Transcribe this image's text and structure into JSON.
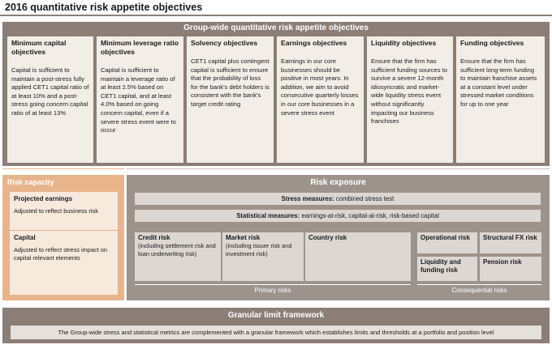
{
  "title": "2016 quantitative risk appetite objectives",
  "objectives": {
    "header": "Group-wide quantitative risk appetite objectives",
    "cards": [
      {
        "title": "Minimum capital objectives",
        "text": "Capital is sufficient to maintain a post-stress fully applied CET1 capital ratio of at least 10% and a post-stress going concern capital ratio of at least 13%"
      },
      {
        "title": "Minimum leverage ratio objectives",
        "text": "Capital is sufficient to maintain a leverage ratio of at least 2.5% based on CET1 capital, and at least 4.0% based on going concern capital, even if a severe stress event were to occur"
      },
      {
        "title": "Solvency objectives",
        "text": "CET1 capital plus contingent capital is sufficient to ensure that the probability of loss for the bank's debt holders is consistent with the bank's target credit rating"
      },
      {
        "title": "Earnings objectives",
        "text": "Earnings in our core businesses should be positive in most years. In addition, we aim to avoid consecutive quarterly losses in our core businesses in a severe stress event"
      },
      {
        "title": "Liquidity objectives",
        "text": "Ensure that the firm has sufficient funding sources to survive a severe 12-month idiosyncratic and market-wide liquidity stress event without significantly impacting our business franchises"
      },
      {
        "title": "Funding objectives",
        "text": "Ensure that the firm has sufficient long-term funding to maintain franchise assets at a constant level under stressed market conditions for up to one year"
      }
    ]
  },
  "capacity": {
    "header": "Risk capacity",
    "projected": {
      "title": "Projected earnings",
      "text": "Adjusted to reflect business risk"
    },
    "capital": {
      "title": "Capital",
      "text": "Adjusted to reflect stress impact on capital relevant elements"
    }
  },
  "exposure": {
    "header": "Risk exposure",
    "stress_label": "Stress measures:",
    "stress_text": "combined stress test",
    "statistical_label": "Statistical measures:",
    "statistical_text": "earnings-at-risk, capital-at-risk, risk-based capital",
    "credit_title": "Credit risk",
    "credit_sub": "(including settlement risk and loan underwriting risk)",
    "market_title": "Market risk",
    "market_sub": "(including issuer risk and investment risk)",
    "country_title": "Country risk",
    "primary_label": "Primary risks",
    "operational_title": "Operational risk",
    "fx_title": "Structural FX risk",
    "liquidity_title": "Liquidity and funding risk",
    "pension_title": "Pension risk",
    "consequential_label": "Consequential risks"
  },
  "granular": {
    "header": "Granular limit framework",
    "text": "The Group-wide stress and statistical metrics are complemented with a granular framework which establishes limits and thresholds at a portfolio and position level"
  }
}
